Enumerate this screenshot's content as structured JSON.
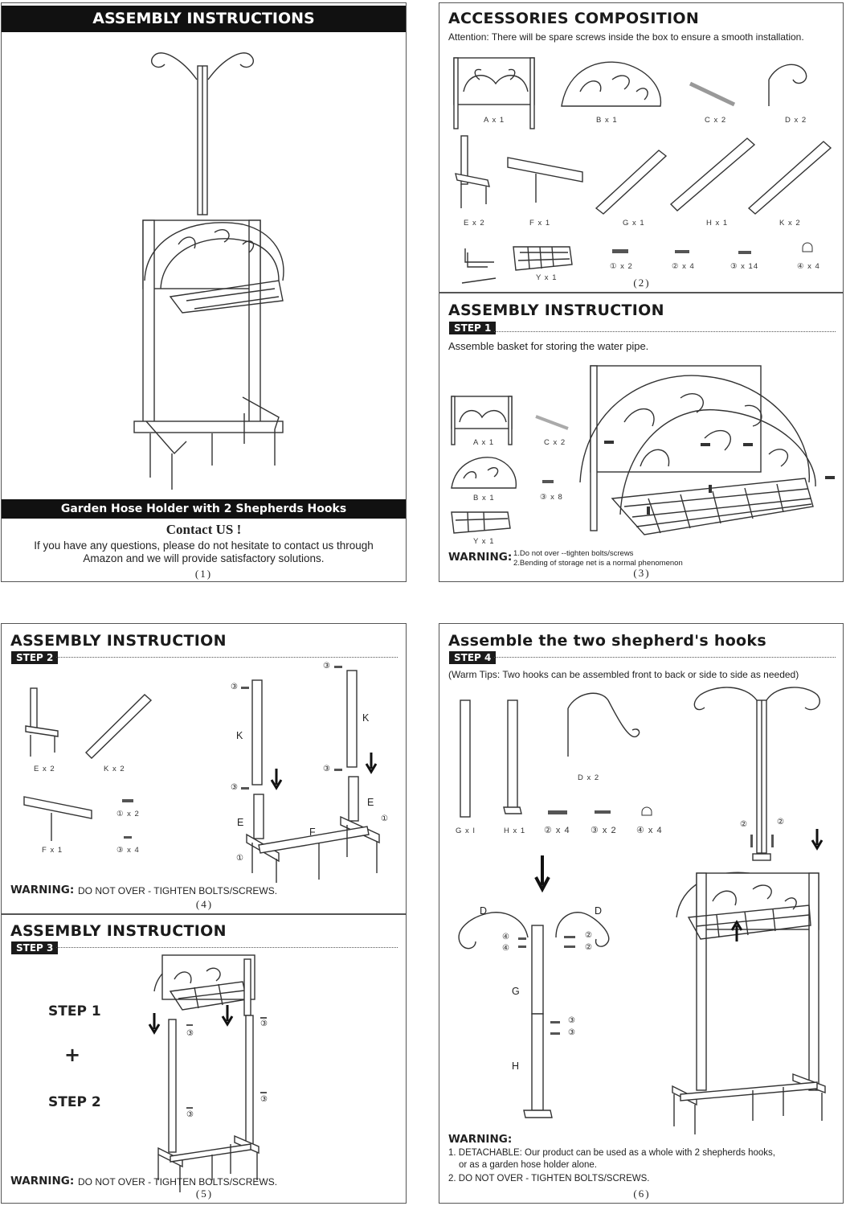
{
  "p1": {
    "header": "ASSEMBLY INSTRUCTIONS",
    "banner": "Garden Hose Holder with 2 Shepherds Hooks",
    "contact_title": "Contact US !",
    "contact_line1": "If you have any questions, please do not hesitate to contact us through",
    "contact_line2": "Amazon and we will provide satisfactory solutions.",
    "page": "(1)"
  },
  "p2": {
    "title": "ACCESSORIES COMPOSITION",
    "attention": "Attention: There will be spare screws inside the box to ensure a smooth installation.",
    "parts": [
      "A x 1",
      "B x 1",
      "C x 2",
      "D x 2",
      "E x 2",
      "F x 1",
      "G x 1",
      "H x 1",
      "K x 2"
    ],
    "y_label": "Y x 1",
    "screws": [
      "① x 2",
      "② x 4",
      "③ x 14",
      "④ x 4"
    ],
    "page": "(2)"
  },
  "p3": {
    "title": "ASSEMBLY INSTRUCTION",
    "step": "STEP 1",
    "desc": "Assemble basket for storing the water pipe.",
    "labels": [
      "A x 1",
      "C x 2",
      "B x 1",
      "③ x 8",
      "Y x 1"
    ],
    "warning": "WARNING:",
    "warn1": "1.Do not over --tighten bolts/screws",
    "warn2": "2.Bending of storage net is a normal phenomenon",
    "page": "(3)"
  },
  "p4": {
    "title": "ASSEMBLY INSTRUCTION",
    "step": "STEP 2",
    "labels": [
      "E x 2",
      "K x 2",
      "F x 1",
      "① x 2",
      "③ x 4"
    ],
    "diagram_labels": {
      "k1": "K",
      "k2": "K",
      "e1": "E",
      "e2": "E",
      "f": "F",
      "n1": "①",
      "n2": "①",
      "n3a": "③",
      "n3b": "③",
      "n3c": "③",
      "n3d": "③"
    },
    "warning": "WARNING:",
    "warn": "DO NOT OVER - TIGHTEN BOLTS/SCREWS.",
    "page": "(4)"
  },
  "p5": {
    "title": "ASSEMBLY INSTRUCTION",
    "step": "STEP 3",
    "step1": "STEP 1",
    "plus": "+",
    "step2": "STEP 2",
    "nums": [
      "③",
      "③",
      "③",
      "③"
    ],
    "warning": "WARNING:",
    "warn": "DO NOT OVER - TIGHTEN BOLTS/SCREWS.",
    "page": "(5)"
  },
  "p6": {
    "title": "Assemble the two shepherd's hooks",
    "step": "STEP 4",
    "tip": "(Warm Tips: Two hooks can be assembled front to back or side to side as needed)",
    "labels": [
      "G x I",
      "H x 1",
      "D x 2",
      "② x 4",
      "③ x 2",
      "④ x 4"
    ],
    "diagram_labels": {
      "d1": "D",
      "d2": "D",
      "g": "G",
      "h": "H",
      "n4a": "④",
      "n4b": "④",
      "n2a": "②",
      "n2b": "②",
      "n3a": "③",
      "n3b": "③",
      "n2c": "②",
      "n2d": "②"
    },
    "warning": "WARNING:",
    "warn1": "1. DETACHABLE: Our product can be used as a whole with 2 shepherds hooks,",
    "warn1b": "or as a garden hose holder alone.",
    "warn2": "2. DO NOT OVER - TIGHTEN BOLTS/SCREWS.",
    "page": "(6)"
  }
}
